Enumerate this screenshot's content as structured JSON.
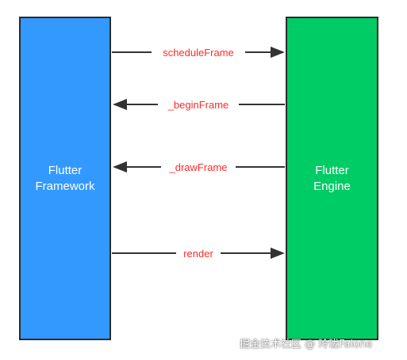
{
  "diagram": {
    "nodes": {
      "framework": {
        "label": "Flutter\nFramework",
        "fill": "#3399ff"
      },
      "engine": {
        "label": "Flutter\nEngine",
        "fill": "#00cc66"
      }
    },
    "edges": [
      {
        "label": "scheduleFrame",
        "from": "framework",
        "to": "engine"
      },
      {
        "label": "_beginFrame",
        "from": "engine",
        "to": "framework"
      },
      {
        "label": "_drawFrame",
        "from": "engine",
        "to": "framework"
      },
      {
        "label": "render",
        "from": "framework",
        "to": "engine"
      }
    ],
    "edge_label_color": "#ff2a2a",
    "line_color": "#333333"
  },
  "watermark": "掘金技术社区 @ 玲珑Falone"
}
